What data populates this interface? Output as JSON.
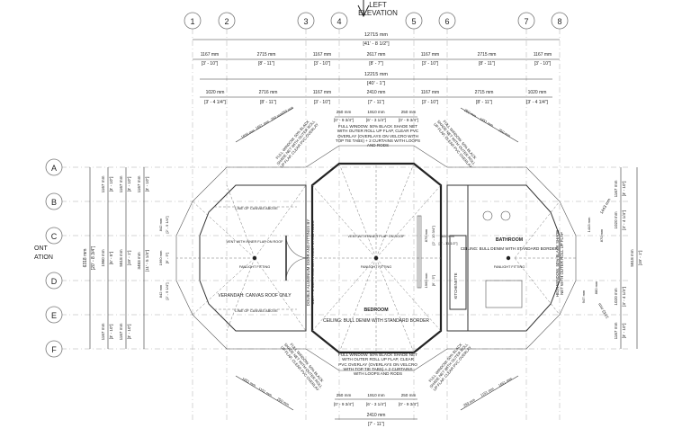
{
  "section_marker": {
    "line1": "LEFT",
    "line2": "ELEVATION"
  },
  "edge_label_top": "ONT",
  "edge_label_bottom": "ATION",
  "grid_columns": [
    "1",
    "2",
    "3",
    "4",
    "5",
    "6",
    "7",
    "8"
  ],
  "grid_rows": [
    "A",
    "B",
    "C",
    "D",
    "E",
    "F"
  ],
  "dims_top": {
    "overall": "12715 mm",
    "overall_imp": "[41' - 8 1/2\"]",
    "row1": [
      {
        "mm": "1167 mm",
        "imp": "[3' - 10\"]"
      },
      {
        "mm": "2715 mm",
        "imp": "[8' - 11\"]"
      },
      {
        "mm": "1167 mm",
        "imp": "[3' - 10\"]"
      },
      {
        "mm": "2617 mm",
        "imp": "[8' - 7\"]"
      },
      {
        "mm": "1167 mm",
        "imp": "[3' - 10\"]"
      },
      {
        "mm": "2715 mm",
        "imp": "[8' - 11\"]"
      },
      {
        "mm": "1167 mm",
        "imp": "[3' - 10\"]"
      }
    ],
    "second": "12215 mm",
    "second_imp": "[40' - 1\"]",
    "row2": [
      {
        "mm": "1020 mm",
        "imp": "[3' - 4 1/4\"]"
      },
      {
        "mm": "2716 mm",
        "imp": "[8' - 11\"]"
      },
      {
        "mm": "1167 mm",
        "imp": "[3' - 10\"]"
      },
      {
        "mm": "2410 mm",
        "imp": "[7' - 11\"]"
      },
      {
        "mm": "1167 mm",
        "imp": "[3' - 10\"]"
      },
      {
        "mm": "2715 mm",
        "imp": "[8' - 11\"]"
      },
      {
        "mm": "1020 mm",
        "imp": "[3' - 4 1/4\"]"
      }
    ],
    "bedroom_row": [
      {
        "mm": "250 mm",
        "imp": "[0' - 9 3/4\"]"
      },
      {
        "mm": "1910 mm",
        "imp": "[6' - 3 1/4\"]"
      },
      {
        "mm": "250 mm",
        "imp": "[0' - 9 3/4\"]"
      }
    ]
  },
  "dims_bottom": {
    "row": [
      {
        "mm": "250 mm",
        "imp": "[0' - 9 3/4\"]"
      },
      {
        "mm": "1910 mm",
        "imp": "[6' - 3 1/4\"]"
      },
      {
        "mm": "250 mm",
        "imp": "[0' - 9 3/4\"]"
      }
    ],
    "overall": "2410 mm",
    "overall_imp": "[7' - 11\"]"
  },
  "dims_left": {
    "overall": "6318 mm",
    "overall_imp": "[20' - 8 3/4\"]",
    "col1": [
      "1167 mm",
      "1960 mm",
      "1167 mm"
    ],
    "col1_imp": [
      "[3' - 10\"]",
      "[6' - 5\"]",
      "[3' - 10\"]"
    ],
    "col2": [
      "1167 mm",
      "5818 mm",
      "1167 mm"
    ],
    "col2_imp": [
      "[3' - 10\"]",
      "[19' - 1\"]",
      "[3' - 10\"]"
    ],
    "col3": [
      "3483 mm",
      "1167 mm"
    ],
    "col3_imp": [
      "[11' - 5 1/4\"]",
      "[3' - 10\"]"
    ]
  },
  "dims_right": {
    "col": [
      "1167 mm",
      "1167 mm",
      "1020 mm",
      "1020 mm",
      "1167 mm"
    ],
    "col_imp": [
      "[3' - 10\"]",
      "[3' - 10\"]",
      "[3' - 4 1/4\"]",
      "[3' - 4 1/4\"]",
      "[3' - 10\"]"
    ],
    "overall": "5818 mm",
    "overall_imp": "[19' - 1\"]",
    "diag_top": "1443 mm",
    "diag_bottom": "1443 mm"
  },
  "rooms": {
    "bedroom": "BEDROOM",
    "bedroom_ceiling": "CEILING: BULL DENIM WITH STANDARD BORDER",
    "bathroom": "BATHROOM",
    "bathroom_ceiling": "CEILING: BULL DENIM WITH STANDARD BORDER",
    "verandah": "VERANDAH: CANVAS ROOF ONLY",
    "kitchenette": "KITCHENETTE",
    "line_canvas_top": "LINE OF CANVAS ABOVE",
    "line_canvas_bottom": "LINE OF CANVAS ABOVE",
    "vent_left": "VENT WITH INNER FLAP ON ROOF",
    "vent_center": "VENT WITH INNER FLAP ON ROOF",
    "fanlight_left": "FANLIGHT FITTING",
    "fanlight_center": "FANLIGHT FITTING",
    "fanlight_bath": "FANLIGHT FITTING",
    "bedroom_dim_a": "879 mm",
    "bedroom_dim_b": "1960 mm",
    "bath_dim_a": "600 mm",
    "bath_dim_b": "[1' - 11 1/2\"]",
    "left_dims": [
      "842 mm",
      "1960 mm",
      "842 mm"
    ],
    "left_dims_imp": [
      "[2' - 9 1/4\"]",
      "[6' - 5\"]",
      "[2' - 9 1/4\"]"
    ],
    "center_side_dims": [
      "[2' - 10 3/4\"]",
      "[6' - 5\"]"
    ]
  },
  "notes": {
    "window_top": "FULL WINDOW. 50% BLACK SHADE NET WITH OUTER ROLL UP FLAP, CLEAR PVC OVERLAY (OVERLAYS ON VELCRO WITH TOP TIE TABS) + 2 CURTAINS WITH LOOPS AND RODS",
    "window_bottom": "FULL WINDOW. 50% BLACK SHADE NET WITH OUTER ROLL UP FLAP, CLEAR PVC OVERLAY (OVERLAYS ON VELCRO WITH TOP TIE TABS) + 2 CURTAINS WITH LOOPS AND RODS",
    "door_left": "DOUBLE ALUMINIUM DOOR AND FITTINGS BY CBT. + 2 CURTAINS WITH LOOPS AND RODS",
    "high_window": "HIGH WINDOW. 50% BLACK SHADE NET WITH OUTER ROLL UP FLAP",
    "diag_tl": "FULL WINDOW. 50% BLACK SHADE NET WITH OUTER ROLL UP FLAP, CLEAR PVC OVERLAY",
    "diag_tr": "FULL WINDOW. 50% BLACK SHADE NET WITH OUTER ROLL UP FLAP, CLEAR PVC OVERLAY",
    "diag_bl": "FULL WINDOW. 50% BLACK SHADE NET WITH OUTER ROLL UP FLAP, CLEAR PVC OVERLAY",
    "diag_br": "FULL WINDOW. 50% BLACK SHADE NET WITH OUTER ROLL UP FLAP, CLEAR PVC OVERLAY",
    "diag_dim_tl": [
      "1020 mm",
      "1651 mm",
      "250 mm",
      "250 mm"
    ],
    "diag_dim_tr": [
      "1651 mm",
      "250 mm",
      "250 mm"
    ],
    "diag_dim_bl": [
      "1651 mm",
      "1151 mm",
      "250 mm"
    ],
    "diag_dim_br": [
      "1651 mm",
      "1151 mm",
      "250 mm"
    ],
    "right_diag_dims": [
      "1443 mm",
      "880 mm",
      "947 mm",
      "870 mm"
    ]
  }
}
